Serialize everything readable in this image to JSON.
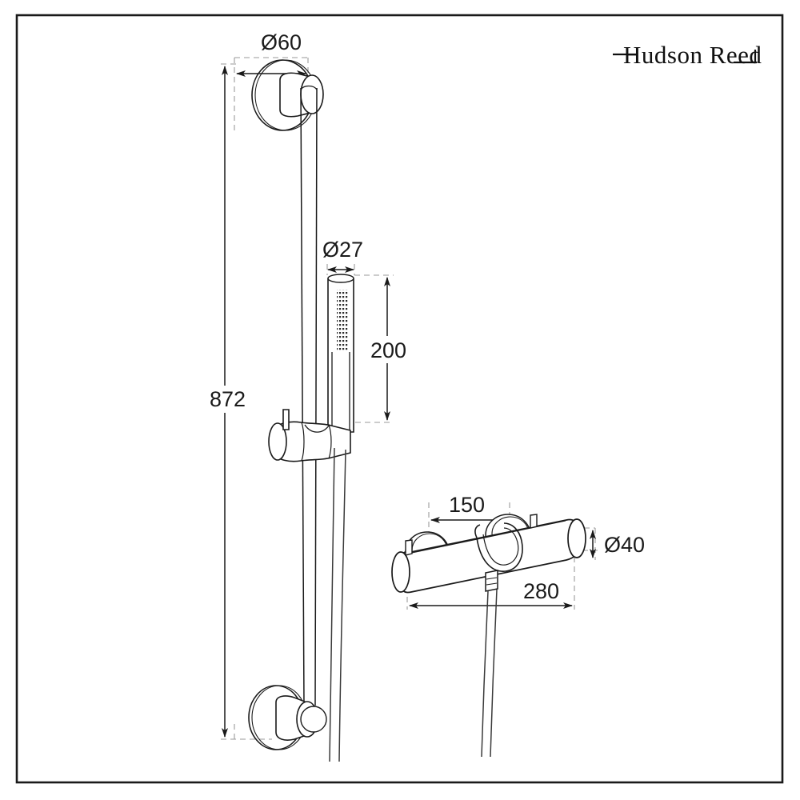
{
  "document": {
    "type": "technical-dimension-drawing",
    "subject": "Thermostatic bar shower valve with slide rail kit",
    "background_color": "#ffffff",
    "line_color": "#1a1a1a",
    "construction_line_color": "#8c8c8c"
  },
  "frame": {
    "name": "drawing-border",
    "stroke": "#1a1a1a"
  },
  "brand": {
    "name": "Hudson Reed",
    "text": "Hudson Reed"
  },
  "dimensions": {
    "rail_height": {
      "label": "872",
      "orientation": "vertical",
      "description": "Overall slide rail height"
    },
    "flange_diameter": {
      "label": "Ø60",
      "orientation": "horizontal",
      "description": "Wall bracket flange diameter"
    },
    "handset_diameter": {
      "label": "Ø27",
      "orientation": "horizontal",
      "description": "Handset head diameter"
    },
    "handset_length": {
      "label": "200",
      "orientation": "vertical",
      "description": "Handset overall length"
    },
    "valve_centres": {
      "label": "150",
      "orientation": "horizontal",
      "description": "Inlet centre distance"
    },
    "valve_length": {
      "label": "280",
      "orientation": "horizontal",
      "description": "Valve overall length"
    },
    "valve_diameter": {
      "label": "Ø40",
      "orientation": "vertical",
      "description": "Valve body diameter"
    }
  },
  "components": {
    "top_bracket": "top-wall-bracket",
    "bottom_bracket": "bottom-wall-bracket",
    "slide_rail": "slide-rail",
    "handset": "shower-handset",
    "handset_holder": "handset-holder",
    "hose": "shower-hose",
    "valve_body": "thermostatic-valve-body",
    "valve_flange_left": "valve-wall-flange-left",
    "valve_flange_right": "valve-wall-flange-right",
    "valve_handle": "valve-control-handle",
    "hose_outlet": "valve-hose-outlet"
  }
}
